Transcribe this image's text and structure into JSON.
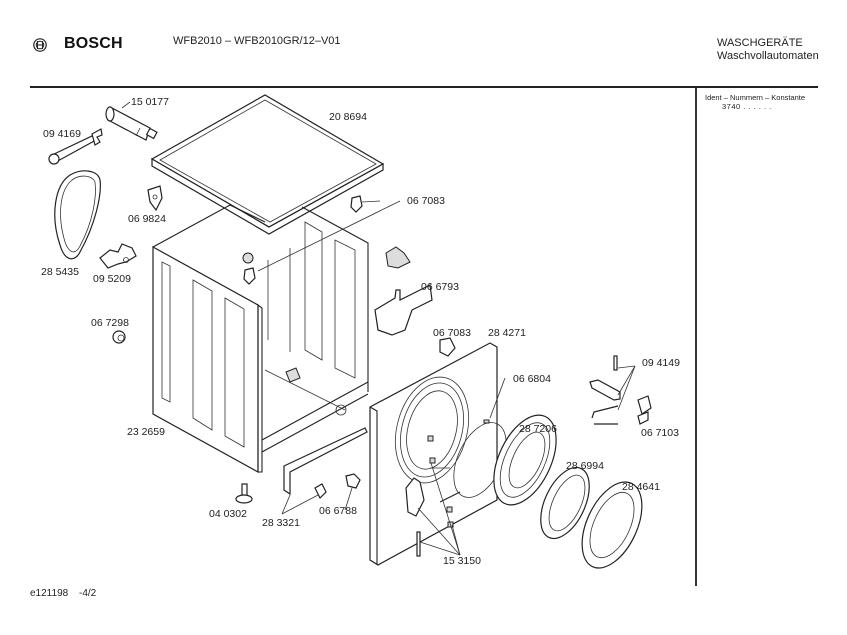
{
  "header": {
    "brand": "BOSCH",
    "logo_icon": "bosch-armature-logo-icon",
    "model_title": "WFB2010 – WFB2010GR/12–V01",
    "category_line1": "WASCHGERÄTE",
    "category_line2": "Waschvollautomaten"
  },
  "side_panel": {
    "ident_label": "Ident – Nummern – Konstante",
    "ident_value": "3740 . .   . . . ."
  },
  "footer": {
    "drawing_id": "e121198",
    "page": "-4/2"
  },
  "diagram": {
    "title": "Exploded view – cabinet / housing",
    "parts": [
      {
        "id": "p-150177",
        "number": "15 0177",
        "description": "hose / filter cylinder"
      },
      {
        "id": "p-094169",
        "number": "09 4169",
        "description": "wrench"
      },
      {
        "id": "p-208694",
        "number": "20 8694",
        "description": "worktop / top cover"
      },
      {
        "id": "p-069824",
        "number": "06 9824",
        "description": "clip"
      },
      {
        "id": "p-285435",
        "number": "28 5435",
        "description": "belt / loop"
      },
      {
        "id": "p-095209",
        "number": "09 5209",
        "description": "holder bracket"
      },
      {
        "id": "p-067083a",
        "number": "06 7083",
        "description": "hinge clip"
      },
      {
        "id": "p-066793",
        "number": "06 6793",
        "description": "door lock"
      },
      {
        "id": "p-067298",
        "number": "06 7298",
        "description": "grommet"
      },
      {
        "id": "p-067083b",
        "number": "06 7083",
        "description": "hinge clip"
      },
      {
        "id": "p-284271",
        "number": "28 4271",
        "description": "front panel"
      },
      {
        "id": "p-094149",
        "number": "09 4149",
        "description": "pin / lever set"
      },
      {
        "id": "p-066804",
        "number": "06 6804",
        "description": "clamping ring"
      },
      {
        "id": "p-287206",
        "number": "28 7206",
        "description": "door seal ring"
      },
      {
        "id": "p-067103",
        "number": "06 7103",
        "description": "latch plate"
      },
      {
        "id": "p-286994",
        "number": "28 6994",
        "description": "door inner ring"
      },
      {
        "id": "p-284641",
        "number": "28 4641",
        "description": "door outer ring"
      },
      {
        "id": "p-232659",
        "number": "23 2659",
        "description": "cabinet housing"
      },
      {
        "id": "p-040302",
        "number": "04 0302",
        "description": "adjustable foot"
      },
      {
        "id": "p-283321",
        "number": "28 3321",
        "description": "base strip + clip"
      },
      {
        "id": "p-066788",
        "number": "06 6788",
        "description": "switch"
      },
      {
        "id": "p-153150",
        "number": "15 3150",
        "description": "hinge set"
      }
    ]
  }
}
